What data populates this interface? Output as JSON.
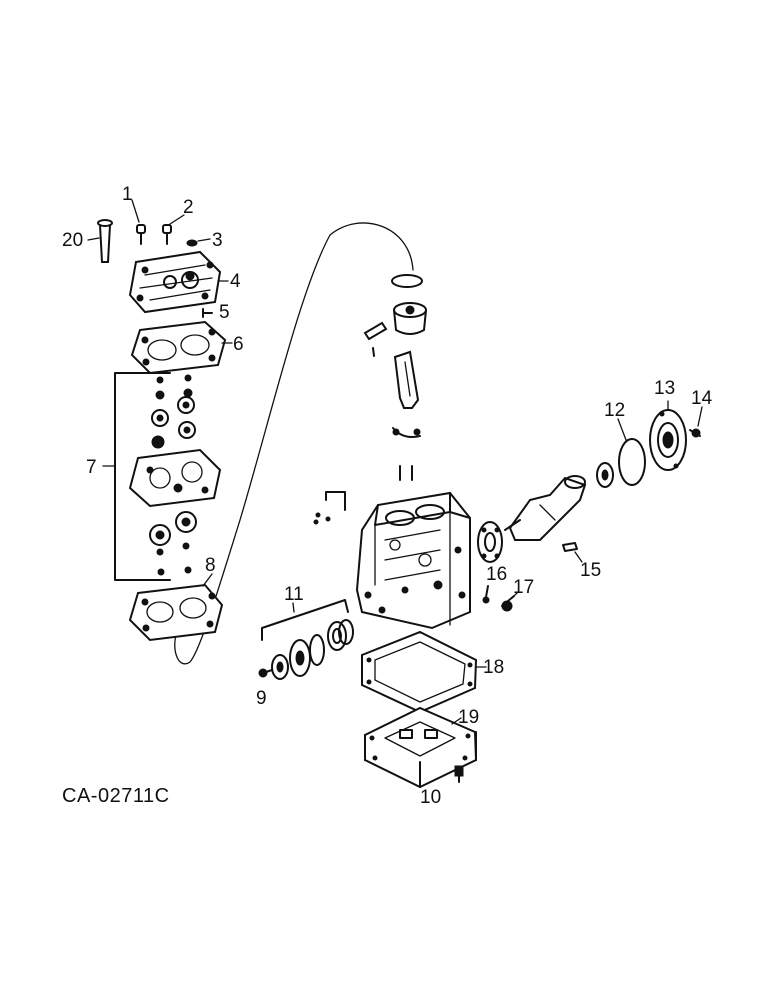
{
  "drawing_ref": "CA-02711C",
  "callouts": {
    "c1": "1",
    "c2": "2",
    "c3": "3",
    "c4": "4",
    "c5": "5",
    "c6": "6",
    "c7": "7",
    "c8": "8",
    "c9": "9",
    "c10": "10",
    "c11": "11",
    "c12": "12",
    "c13": "13",
    "c14": "14",
    "c15": "15",
    "c16": "16",
    "c17": "17",
    "c18": "18",
    "c19": "19",
    "c20": "20"
  }
}
